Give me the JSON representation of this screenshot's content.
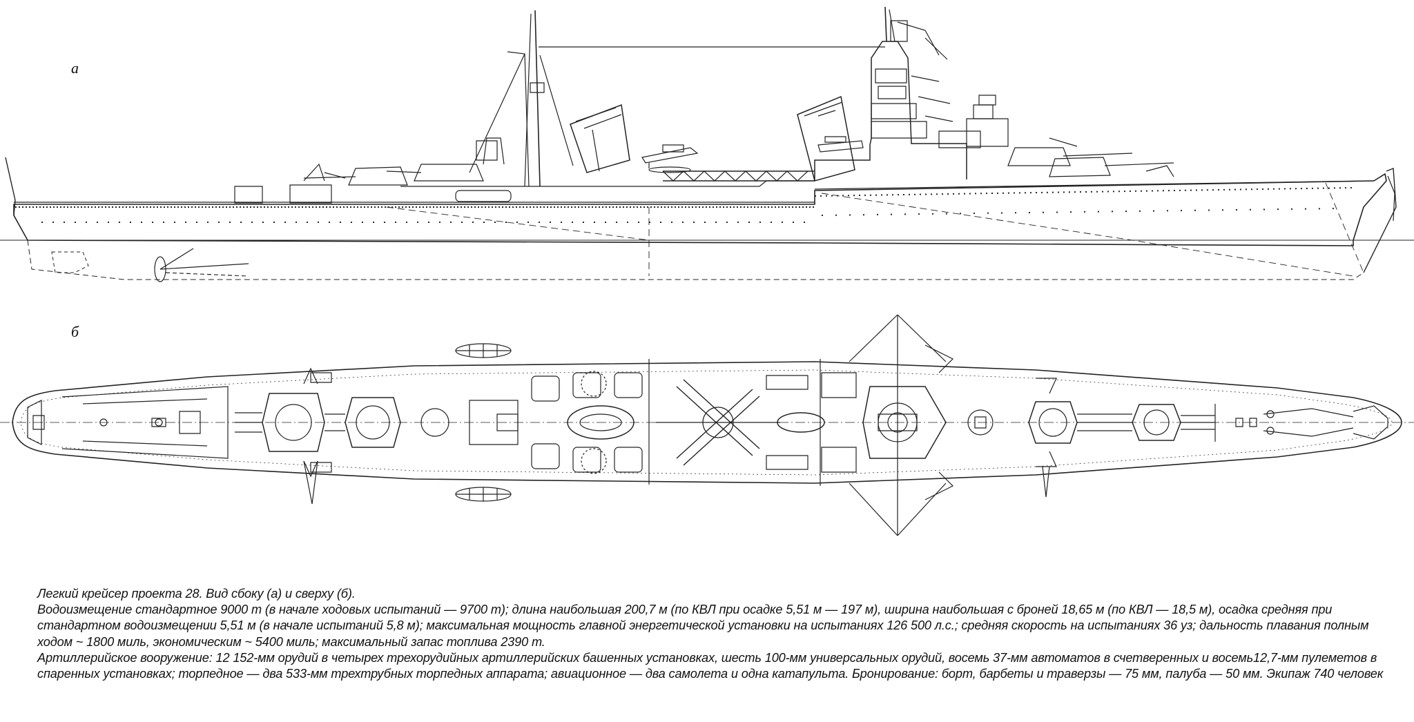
{
  "views": {
    "side_label": "а",
    "top_label": "б"
  },
  "caption": {
    "title": "Легкий крейсер проекта 28. Вид сбоку (а) и сверху (б).",
    "specs": "Водоизмещение стандартное 9000 т (в начале ходовых испытаний — 9700 т); длина наибольшая 200,7 м (по КВЛ при осадке 5,51 м — 197 м), ширина наибольшая с броней 18,65 м (по КВЛ — 18,5 м), осадка средняя при стандартном водоизмещении 5,51 м (в начале испытаний 5,8 м); максимальная мощность главной энергетической установки на испытаниях 126 500 л.с.; средняя скорость на испытаниях 36 уз; дальность плавания полным ходом ~ 1800 миль, экономическим ~ 5400 миль; максимальный запас топлива 2390 т.",
    "armament": "Артиллерийское вооружение: 12 152-мм орудий в четырех трехорудийных артиллерийских башенных установках, шесть 100-мм универсальных орудий, восемь 37-мм автоматов в счетверенных и восемь12,7-мм пулеметов в спаренных установках; торпедное — два 533-мм трехтрубных торпедных аппарата; авиационное — два самолета и одна катапульта. Бронирование: борт, барбеты и траверзы — 75 мм, палуба — 50 мм. Экипаж 740 человек"
  }
}
